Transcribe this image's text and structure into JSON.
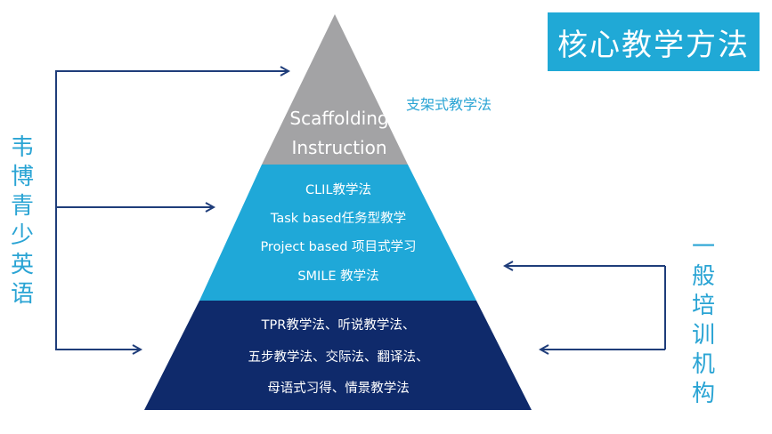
{
  "title": "核心教学方法",
  "left_label": "韦博青少英语",
  "right_label": "一般培训机构",
  "side_note": "支架式教学法",
  "pyramid": {
    "top": {
      "lines": [
        "Scaffolding",
        "Instruction"
      ],
      "color": "#a3a3a5"
    },
    "middle": {
      "lines": [
        "CLIL教学法",
        "Task based任务型教学",
        "Project based 项目式学习",
        "SMILE 教学法"
      ],
      "color": "#1fa8d8"
    },
    "bottom": {
      "lines": [
        "TPR教学法、听说教学法、",
        "五步教学法、交际法、翻译法、",
        "母语式习得、情景教学法"
      ],
      "color": "#0f2a6b"
    }
  },
  "colors": {
    "accent": "#20a9d6",
    "arrow": "#1f3d7a"
  }
}
